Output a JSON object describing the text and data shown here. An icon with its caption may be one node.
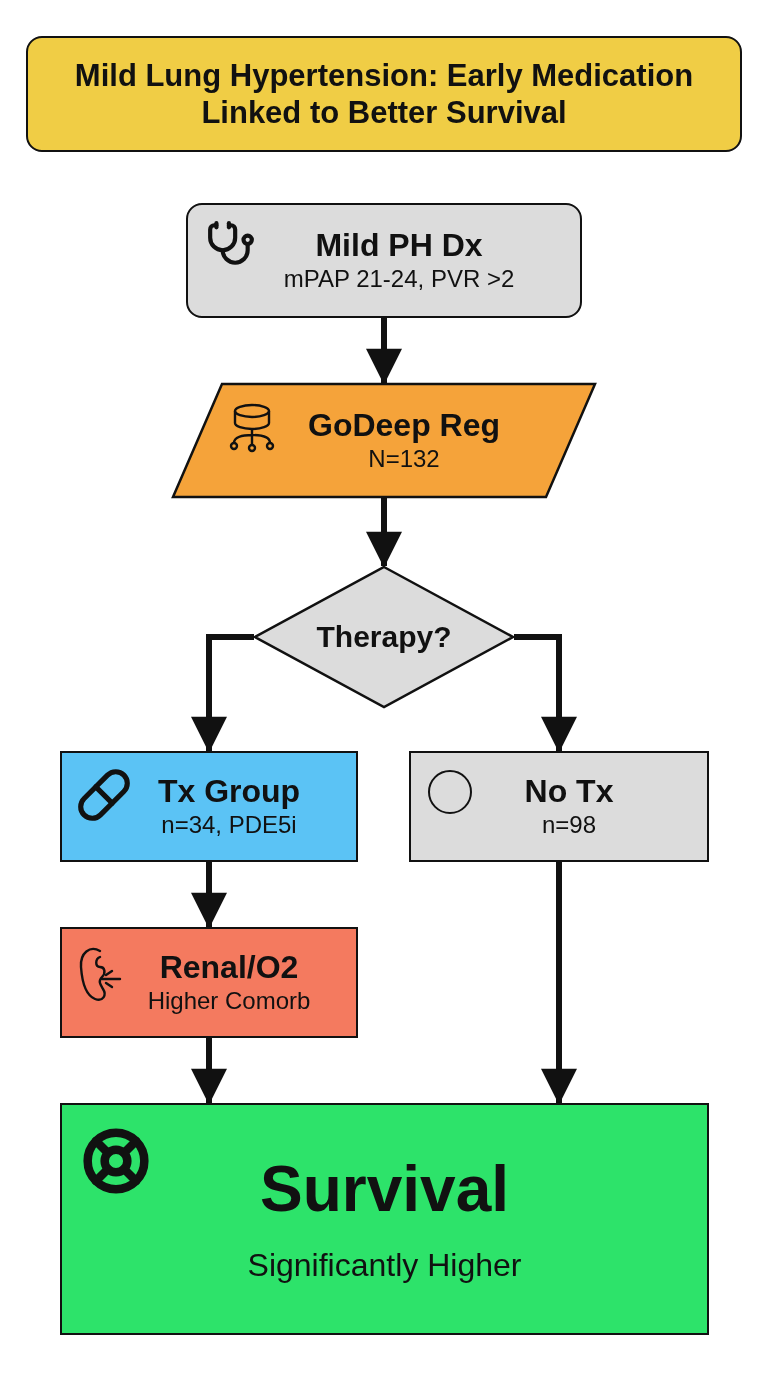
{
  "diagram": {
    "title": "Mild Lung Hypertension: Early Medication Linked to Better Survival",
    "nodes": [
      {
        "text": [
          "Mild PH Dx",
          "mPAP 21-24, PVR >2"
        ]
      },
      {
        "text": [
          "GoDeep Reg",
          "N=132"
        ]
      },
      {
        "text": [
          "Therapy?"
        ]
      },
      {
        "text": [
          "Tx Group",
          "n=34, PDE5i"
        ]
      },
      {
        "text": [
          "No Tx",
          "n=98"
        ]
      },
      {
        "text": [
          "Renal/O2",
          "Higher Comorb"
        ]
      },
      {
        "text": [
          "Survival",
          "Significantly Higher"
        ]
      }
    ],
    "edges": [
      {
        "from": 0,
        "to": 1,
        "arrow": "to"
      },
      {
        "from": 1,
        "to": 2,
        "arrow": "to"
      },
      {
        "from": 2,
        "to": 3,
        "arrow": "to"
      },
      {
        "from": 2,
        "to": 4,
        "arrow": "to"
      },
      {
        "from": 3,
        "to": 5,
        "arrow": "to"
      },
      {
        "from": 5,
        "to": 6,
        "arrow": "to"
      },
      {
        "from": 4,
        "to": 6,
        "arrow": "to"
      }
    ]
  }
}
